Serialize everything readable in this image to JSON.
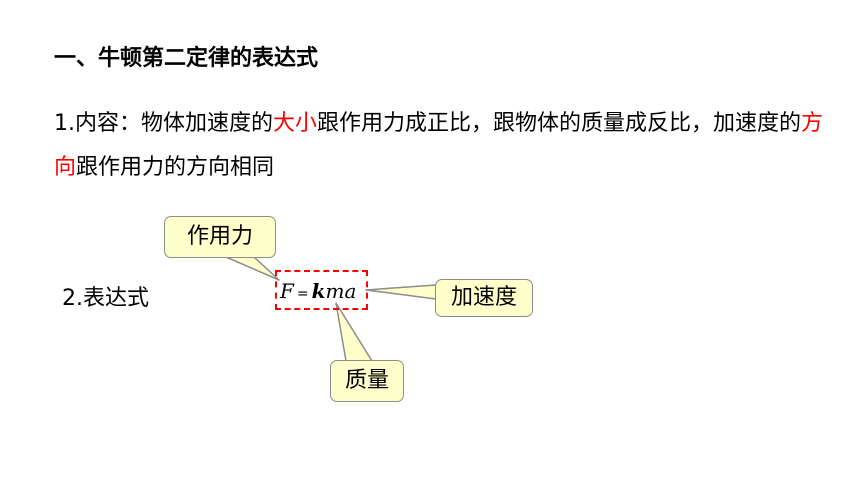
{
  "heading": "一、牛顿第二定律的表达式",
  "content": {
    "label": "1.内容：",
    "part1": "物体加速度的",
    "highlight1": "大小",
    "part2": "跟作用力成正比，跟物体的质量成反比，加速度的",
    "highlight2": "方向",
    "part3": "跟作用力的方向相同",
    "highlight_color": "#ff0000"
  },
  "expression": {
    "label": "2.表达式",
    "formula": {
      "F": "F",
      "eq": "=",
      "k": "k",
      "ma": "ma"
    },
    "frame_color": "#ff0000",
    "callouts": {
      "force": "作用力",
      "acceleration": "加速度",
      "mass": "质量"
    },
    "callout_fill": "#ffffcc"
  }
}
